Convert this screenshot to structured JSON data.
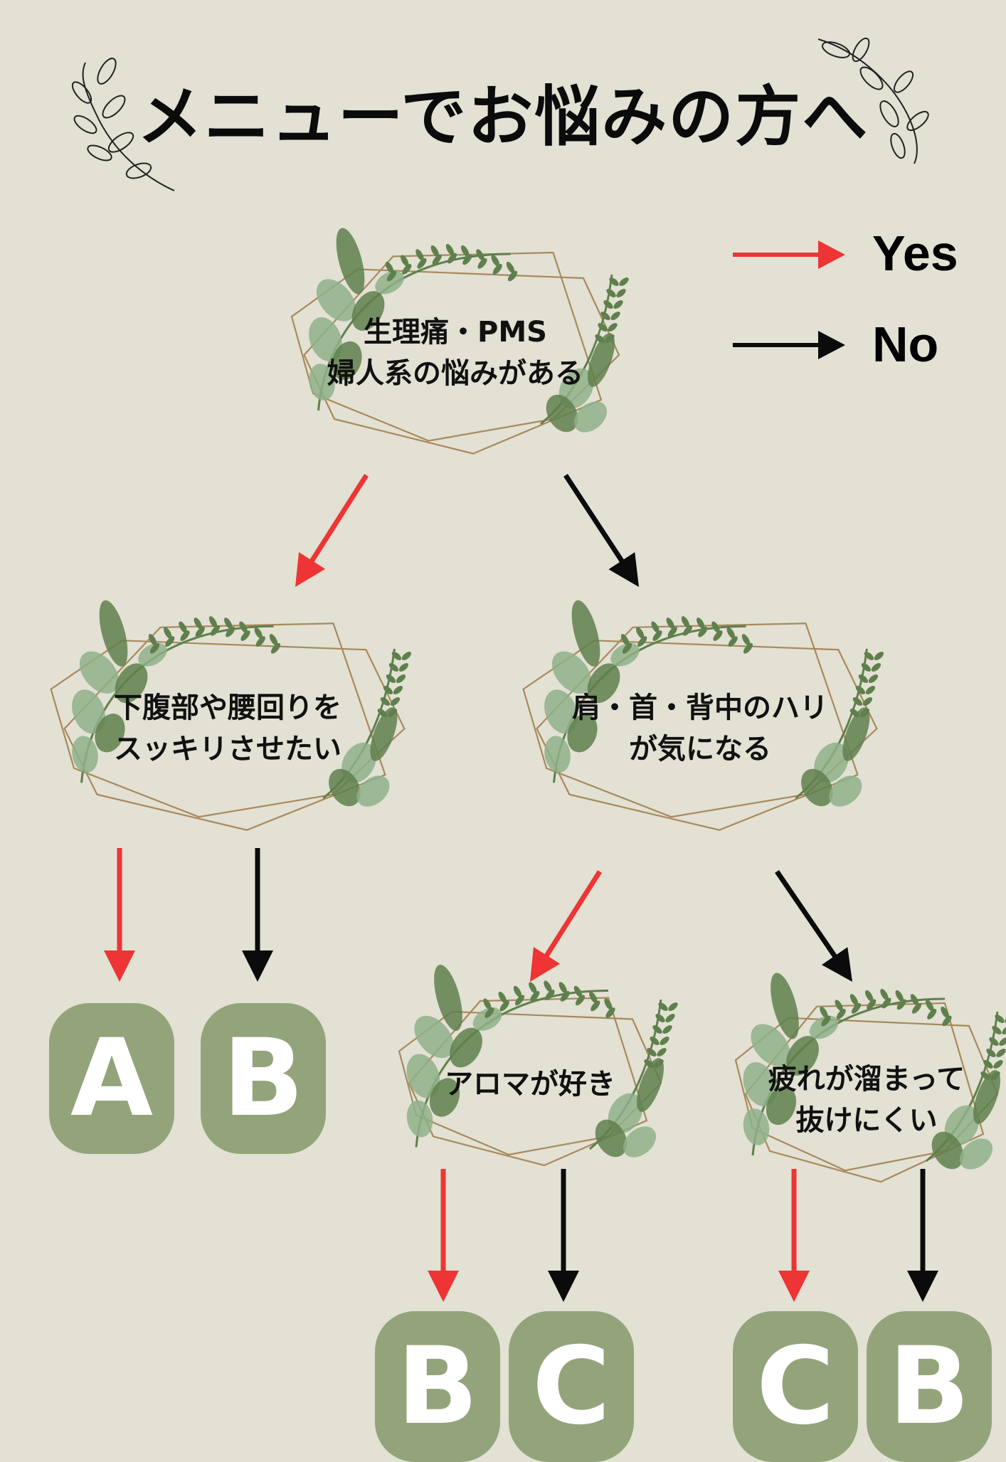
{
  "title": "メニューでお悩みの方へ",
  "legend": {
    "yes_label": "Yes",
    "no_label": "No",
    "yes_color": "#ee3434",
    "no_color": "#0b0b0b"
  },
  "questions": {
    "q1": {
      "line1": "生理痛・PMS",
      "line2": "婦人系の悩みがある"
    },
    "q2": {
      "line1": "下腹部や腰回りを",
      "line2": "スッキリさせたい"
    },
    "q3": {
      "line1": "肩・首・背中のハリ",
      "line2": "が気になる"
    },
    "q4": {
      "line1": "アロマが好き"
    },
    "q5": {
      "line1": "疲れが溜まって",
      "line2": "抜けにくい"
    }
  },
  "results": {
    "r1": "A",
    "r2": "B",
    "r3": "B",
    "r4": "C",
    "r5": "C",
    "r6": "B"
  },
  "colors": {
    "background": "#e2e1d3",
    "result_fill": "#93a47b",
    "frame_line": "#a8895e",
    "leaf_dark": "#5f7f4c",
    "leaf_light": "#8fb08a"
  }
}
